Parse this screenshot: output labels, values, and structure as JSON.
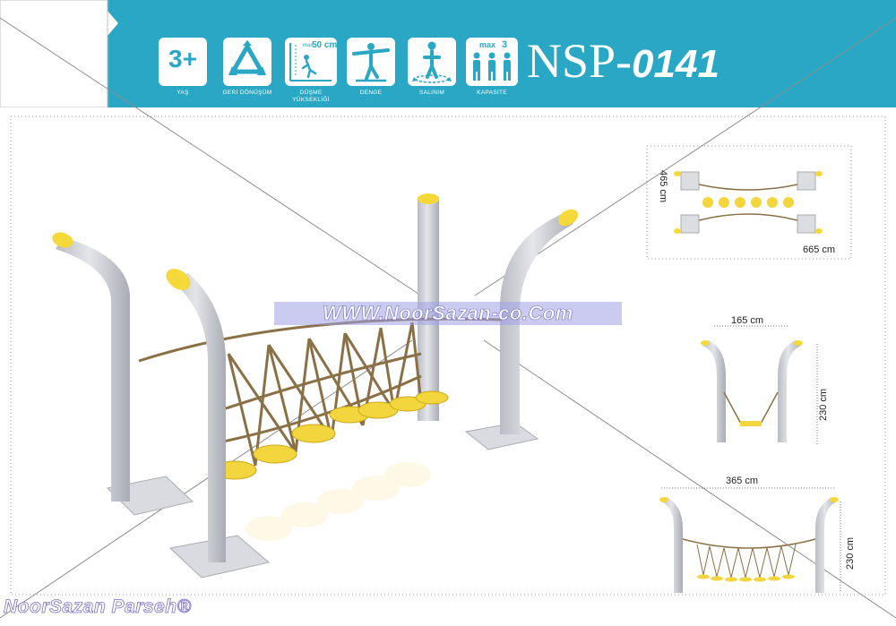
{
  "header": {
    "background_color": "#29a7c4",
    "model_prefix": "NSP-",
    "model_number": "0141",
    "icons": [
      {
        "name": "age-icon",
        "value": "3+",
        "caption": "YAŞ"
      },
      {
        "name": "recycle-icon",
        "caption": "GERİ DÖNÜŞÜM"
      },
      {
        "name": "fall-height-icon",
        "value_prefix": "max.",
        "value": "50 cm",
        "caption_lines": [
          "DÜŞME",
          "YÜKSEKLİĞİ"
        ]
      },
      {
        "name": "balance-icon",
        "caption": "DENGE"
      },
      {
        "name": "swing-icon",
        "caption": "SALINIM"
      },
      {
        "name": "capacity-icon",
        "value_prefix": "max",
        "value": "3",
        "caption": "KAPASİTE"
      }
    ]
  },
  "dimensions": {
    "plan_width": "465 cm",
    "plan_length": "665 cm",
    "side_width": "165 cm",
    "side_height": "230 cm",
    "front_width": "365 cm",
    "front_height": "230 cm"
  },
  "watermarks": {
    "center": "WWW.NoorSazan-co.Com",
    "bottom": "NoorSazan Parseh®"
  },
  "colors": {
    "post_gray": "#c8cbd1",
    "cap_yellow": "#f5d93a",
    "rope_brown": "#8a7046",
    "seat_yellow": "#f3d63d"
  }
}
